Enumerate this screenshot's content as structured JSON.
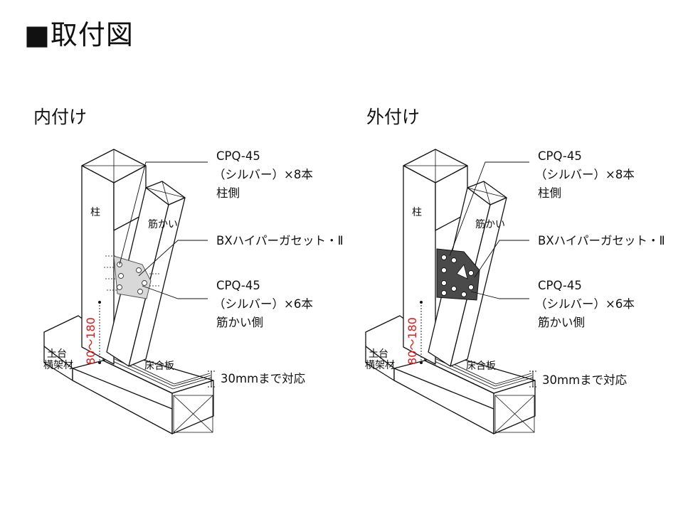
{
  "page_title": "■取付図",
  "sections": [
    {
      "title": "内付け",
      "labels": {
        "post": "柱",
        "brace": "筋かい",
        "sill_line1": "土台",
        "sill_line2": "横架材",
        "floor_board": "床合板",
        "dimension": "80～180"
      },
      "callouts": {
        "screw_post": [
          "CPQ-45",
          "（シルバー）×8本",
          "柱側"
        ],
        "bracket": "BXハイパーガセット・Ⅱ",
        "screw_brace": [
          "CPQ-45",
          "（シルバー）×6本",
          "筋かい側"
        ],
        "floor_note": "30mmまで対応"
      }
    },
    {
      "title": "外付け",
      "labels": {
        "post": "柱",
        "brace": "筋かい",
        "sill_line1": "土台",
        "sill_line2": "横架材",
        "floor_board": "床合板",
        "dimension": "80～180"
      },
      "callouts": {
        "screw_post": [
          "CPQ-45",
          "（シルバー）×8本",
          "柱側"
        ],
        "bracket": "BXハイパーガセット・Ⅱ",
        "screw_brace": [
          "CPQ-45",
          "（シルバー）×6本",
          "筋かい側"
        ],
        "floor_note": "30mmまで対応"
      }
    }
  ],
  "colors": {
    "line": "#111111",
    "dimension": "#e21c1c",
    "bracket_outside": "#4a4a4a",
    "bracket_inside": "#d8d8d8"
  }
}
